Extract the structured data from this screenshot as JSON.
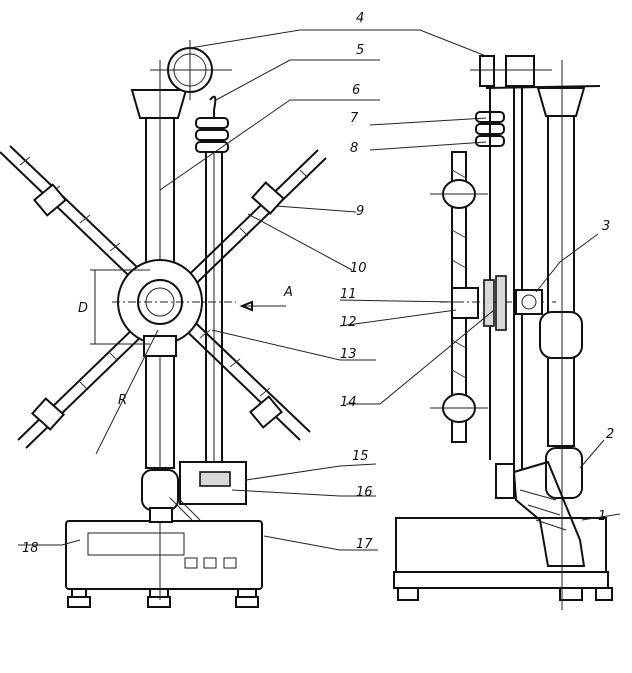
{
  "labels": {
    "l1": "1",
    "l2": "2",
    "l3": "3",
    "l4": "4",
    "l5": "5",
    "l6": "6",
    "l7": "7",
    "l8": "8",
    "l9": "9",
    "l10": "10",
    "l11": "11",
    "l12": "12",
    "l13": "13",
    "l14": "14",
    "l15": "15",
    "l16": "16",
    "l17": "17",
    "l18": "18",
    "dim_d": "D",
    "dim_r": "R",
    "view_a": "A"
  }
}
